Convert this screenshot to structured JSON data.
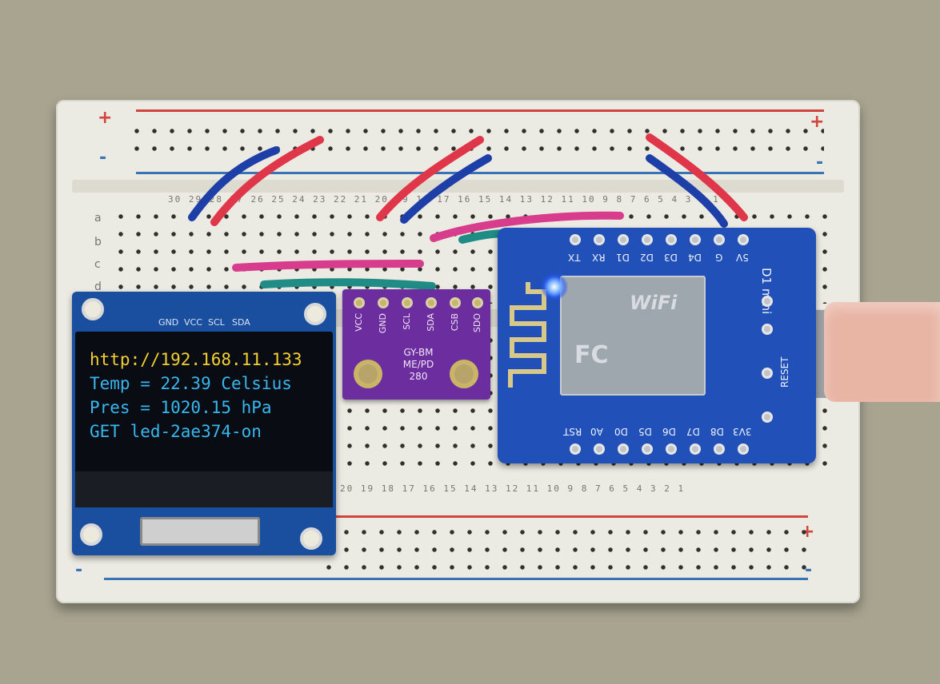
{
  "breadboard": {
    "plus_sign": "+",
    "minus_sign": "-",
    "top_numbers": "30 29 28 27 26 25 24 23 22 21 20 19 18 17 16 15 14 13 12 11 10 9 8 7 6 5 4 3 2 1",
    "bottom_numbers": "20 19 18 17 16 15 14 13 12 11 10 9 8 7 6 5 4 3 2 1",
    "row_letters": [
      "a",
      "b",
      "c",
      "d"
    ]
  },
  "oled": {
    "pin_labels": [
      "GND",
      "VCC",
      "SCL",
      "SDA"
    ],
    "lines": [
      "http://192.168.11.133",
      "Temp = 22.39 Celsius",
      "Pres = 1020.15 hPa",
      "GET led-2ae374-on"
    ]
  },
  "bme280": {
    "pin_labels": [
      "VCC",
      "GND",
      "SCL",
      "SDA",
      "CSB",
      "SDO"
    ],
    "model_text": [
      "GY-BM",
      "ME/PD",
      "280"
    ]
  },
  "d1mini": {
    "title": "D1 mini",
    "top_pins": [
      "TX",
      "RX",
      "D1",
      "D2",
      "D3",
      "D4",
      "G",
      "5V"
    ],
    "bottom_pins": [
      "RST",
      "A0",
      "D0",
      "D5",
      "D6",
      "D7",
      "D8",
      "3V3"
    ],
    "reset_label": "RESET",
    "wifi_logo": "WiFi",
    "fc_mark": "FC"
  },
  "colors": {
    "wire_red": "#e0364a",
    "wire_blue": "#1e3fa8",
    "wire_magenta": "#d83c8c",
    "wire_teal": "#1f8c86"
  }
}
